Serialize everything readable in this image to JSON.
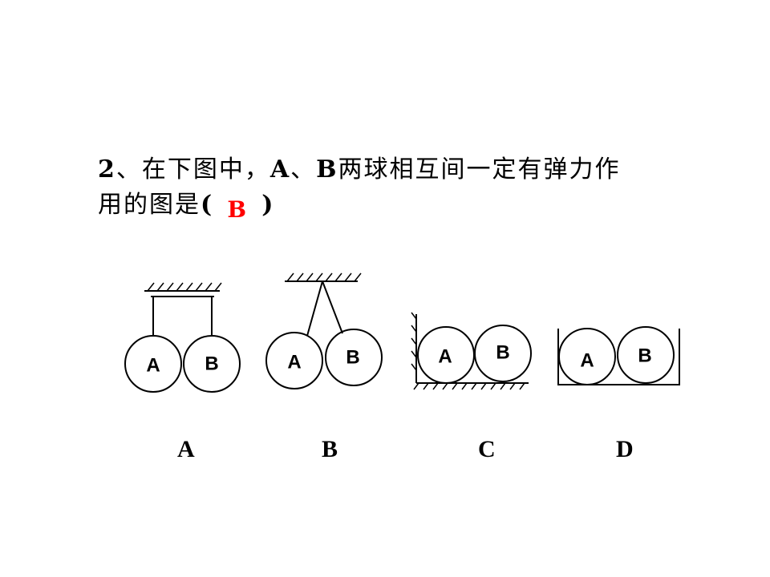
{
  "question": {
    "number": "2",
    "sep": "、",
    "part1": "在下图中，",
    "ball_a": "A",
    "sep2": "、",
    "ball_b": "B",
    "part2": "两球相互间一定有弹力作",
    "line2_text": "用的图是",
    "open_paren": "(",
    "answer": "B",
    "close_paren": ")"
  },
  "answer_color": "#ff0000",
  "figures": [
    {
      "option": "A",
      "balls": [
        "A",
        "B"
      ]
    },
    {
      "option": "B",
      "balls": [
        "A",
        "B"
      ]
    },
    {
      "option": "C",
      "balls": [
        "A",
        "B"
      ]
    },
    {
      "option": "D",
      "balls": [
        "A",
        "B"
      ]
    }
  ]
}
